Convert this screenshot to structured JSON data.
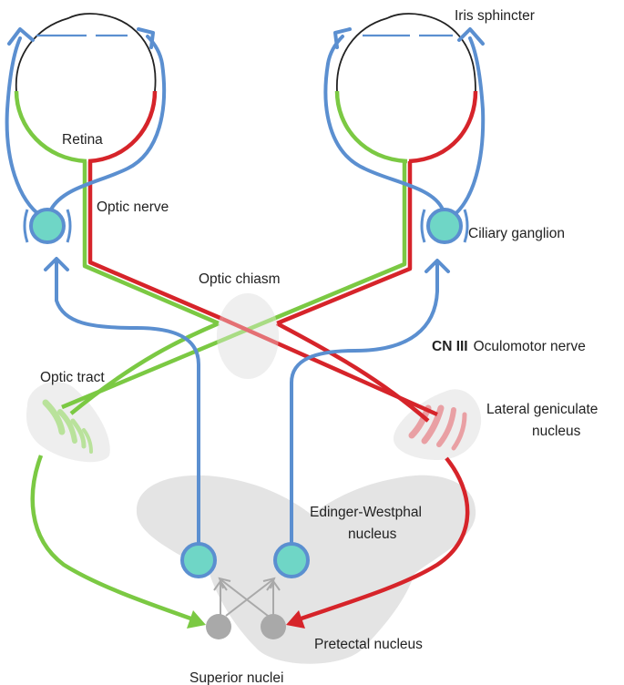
{
  "labels": {
    "iris_sphincter": "Iris sphincter",
    "retina": "Retina",
    "optic_nerve": "Optic nerve",
    "ciliary_ganglion": "Ciliary ganglion",
    "optic_chiasm": "Optic chiasm",
    "cn3_bold": "CN III",
    "cn3_rest": "Oculomotor nerve",
    "optic_tract": "Optic tract",
    "lgn_line1": "Lateral geniculate",
    "lgn_line2": "nucleus",
    "ew_line1": "Edinger-Westphal",
    "ew_line2": "nucleus",
    "pretectal": "Pretectal nucleus",
    "superior": "Superior nuclei"
  },
  "colors": {
    "efferent": "#5b8fd0",
    "temporal_pathway": "#d6242a",
    "nasal_pathway": "#7bc943",
    "nucleus_fill": "#6fd6c6",
    "brainstem_fill": "#e4e4e4",
    "pretectal_fill": "#a9a9a9",
    "label": "#222222"
  }
}
